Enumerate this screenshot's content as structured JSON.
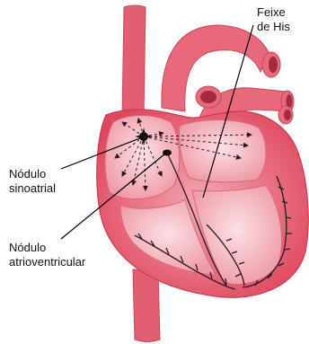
{
  "labels": {
    "bundle_of_his": {
      "line1": "Feixe",
      "line2": "de His"
    },
    "sinoatrial_node": {
      "line1": "Nódulo",
      "line2": "sinoatrial"
    },
    "atrioventricular_node": {
      "line1": "Nódulo",
      "line2": "atrioventricular"
    }
  },
  "colors": {
    "heart_outer": "#e2566a",
    "heart_mid": "#ee8c99",
    "heart_inner": "#f6c4cc",
    "vessel": "#e25f73",
    "vessel_lumen": "#a52a40",
    "conduction_path": "#2a1a1e",
    "leader_line": "#000000",
    "label_text": "#111111"
  }
}
